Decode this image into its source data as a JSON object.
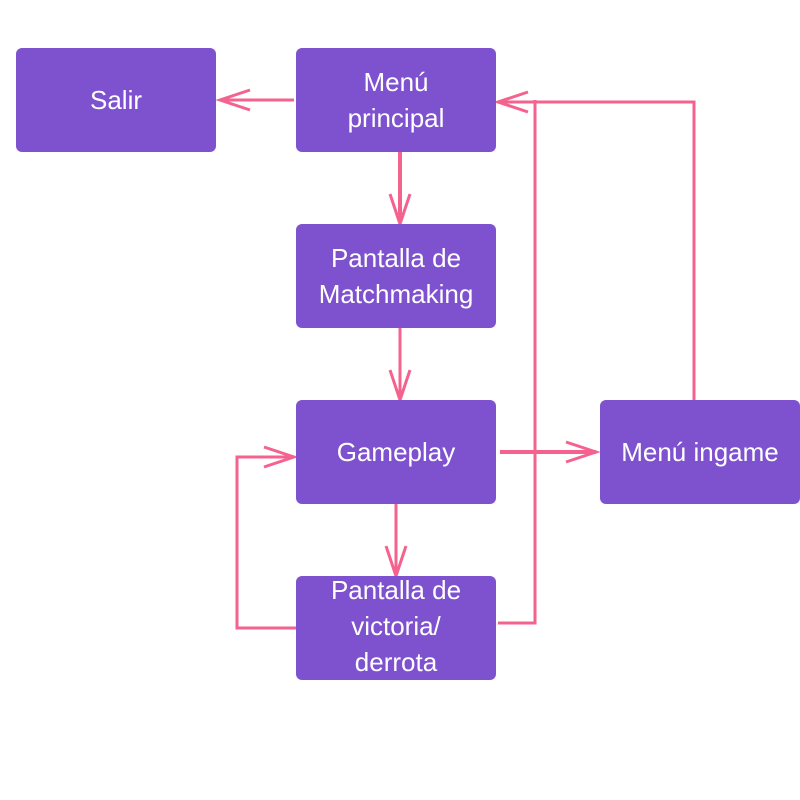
{
  "colors": {
    "node_fill": "#7e52cf",
    "node_text": "#ffffff",
    "edge": "#f4628e"
  },
  "nodes": {
    "salir": "Salir",
    "menu_principal": "Menú\nprincipal",
    "matchmaking": "Pantalla de\nMatchmaking",
    "gameplay": "Gameplay",
    "menu_ingame": "Menú ingame",
    "victoria_derrota": "Pantalla de\nvictoria/\nderrota"
  },
  "edges": [
    {
      "from": "menu_principal",
      "to": "salir"
    },
    {
      "from": "menu_principal",
      "to": "matchmaking"
    },
    {
      "from": "matchmaking",
      "to": "gameplay"
    },
    {
      "from": "gameplay",
      "to": "menu_ingame"
    },
    {
      "from": "gameplay",
      "to": "victoria_derrota"
    },
    {
      "from": "victoria_derrota",
      "to": "gameplay"
    },
    {
      "from": "victoria_derrota",
      "to": "menu_principal"
    },
    {
      "from": "menu_ingame",
      "to": "menu_principal"
    }
  ]
}
